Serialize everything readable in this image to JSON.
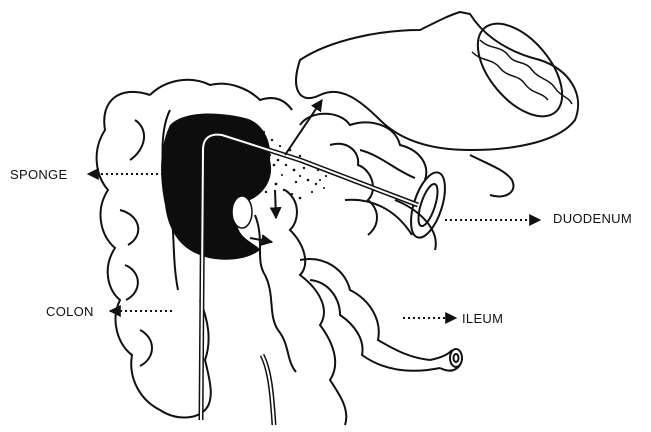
{
  "labels": {
    "sponge": "SPONGE",
    "colon": "COLON",
    "duodenum": "DUODENUM",
    "ileum": "ILEUM"
  },
  "colors": {
    "ink": "#111111",
    "background": "#ffffff",
    "sponge_fill": "#0d0d0d"
  }
}
